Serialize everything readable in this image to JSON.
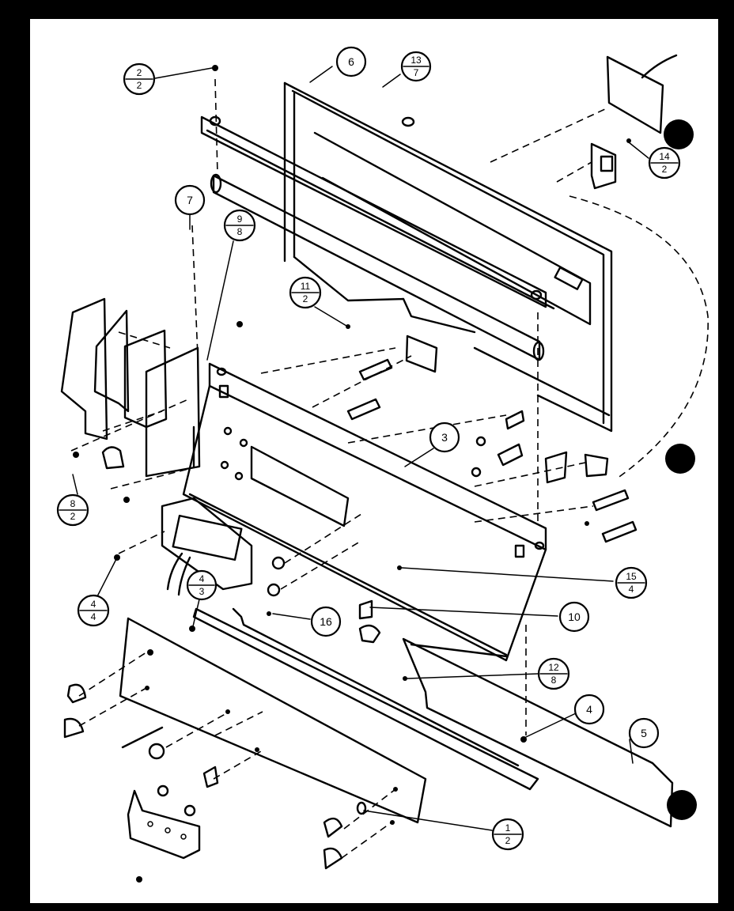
{
  "diagram": {
    "labels": {
      "p6": "6",
      "p13_7": {
        "top": "13",
        "bottom": "7"
      },
      "p2_2": {
        "top": "2",
        "bottom": "2"
      },
      "p14_2": {
        "top": "14",
        "bottom": "2"
      },
      "p7": "7",
      "p9_8": {
        "top": "9",
        "bottom": "8"
      },
      "p11_2": {
        "top": "11",
        "bottom": "2"
      },
      "p3": "3",
      "p8_2": {
        "top": "8",
        "bottom": "2"
      },
      "p4_4": {
        "top": "4",
        "bottom": "4"
      },
      "p4_3": {
        "top": "4",
        "bottom": "3"
      },
      "p16": "16",
      "p15_4": {
        "top": "15",
        "bottom": "4"
      },
      "p10": "10",
      "p12_8": {
        "top": "12",
        "bottom": "8"
      },
      "p4": "4",
      "p5": "5",
      "p1_2": {
        "top": "1",
        "bottom": "2"
      }
    }
  }
}
